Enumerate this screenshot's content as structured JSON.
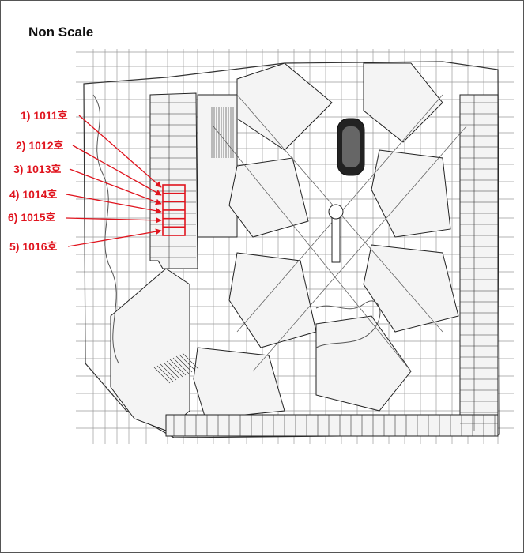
{
  "title": "Non Scale",
  "accent_color": "#e0141e",
  "units": [
    {
      "label": "1) 1011호"
    },
    {
      "label": "2) 1012호"
    },
    {
      "label": "3) 1013호"
    },
    {
      "label": "4) 1014호"
    },
    {
      "label": "6) 1015호"
    },
    {
      "label": "5) 1016호"
    }
  ]
}
